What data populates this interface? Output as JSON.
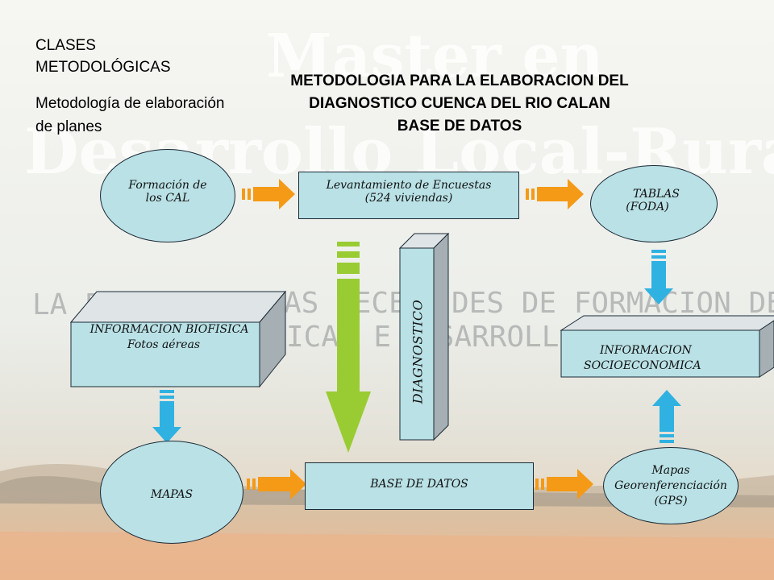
{
  "sidebar": {
    "category": "CLASES METODOLÓGICAS",
    "subject": "Metodología de elaboración de planes"
  },
  "title": {
    "line1": "METODOLOGIA PARA LA ELABORACION DEL",
    "line2": "DIAGNOSTICO CUENCA DEL RIO CALAN",
    "line3": "BASE DE DATOS"
  },
  "background": {
    "watermark_line1": "Master en",
    "watermark_line2": "Desarrollo Local-Rural",
    "watermark_banner_1": "LA P",
    "watermark_banner_2": "AS NECESI",
    "watermark_banner_3": "DES DE FORMACION DE QU",
    "watermark_banner_4": "ICAR E A",
    "watermark_banner_5": "ESARROLL"
  },
  "nodes": {
    "formacion": "Formación de los CAL",
    "encuestas_line1": "Levantamiento de Encuestas",
    "encuestas_line2": "(524 viviendas)",
    "tablas_line1": "TABLAS",
    "tablas_line2": "(FODA)",
    "biofisica_line1": "INFORMACION BIOFISICA",
    "biofisica_line2": "Fotos aéreas",
    "diagnostico": "DIAGNOSTICO",
    "socioeconomica_line1": "INFORMACION",
    "socioeconomica_line2": "SOCIOECONOMICA",
    "mapas": "MAPAS",
    "base_datos": "BASE DE DATOS",
    "gps_line1": "Mapas",
    "gps_line2": "Georenferenciación",
    "gps_line3": "(GPS)"
  },
  "colors": {
    "node_fill": "#b9e1e6",
    "box_side": "#a6b0b4",
    "box_top": "#dfe4e6",
    "arrow_orange": "#f59a16",
    "arrow_blue": "#2fb2e2",
    "arrow_green": "#99cc33"
  }
}
